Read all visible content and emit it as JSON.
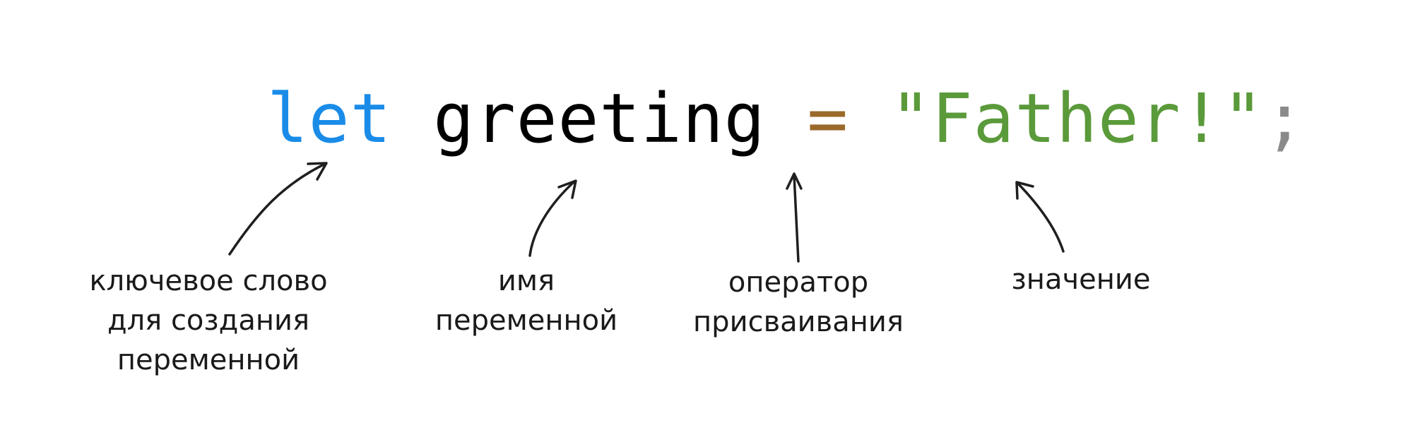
{
  "code": {
    "keyword": "let",
    "space1": " ",
    "name": "greeting",
    "space2": " ",
    "operator": "=",
    "space3": " ",
    "value": "\"Father!\"",
    "semicolon": ";"
  },
  "colors": {
    "keyword": "#1a8ce8",
    "name": "#000000",
    "operator": "#9a6a2a",
    "value": "#5a9a3a",
    "semicolon": "#8a8a8a"
  },
  "annotations": {
    "keyword": [
      "ключевое слово",
      "для создания",
      "переменной"
    ],
    "name": [
      "имя",
      "переменной"
    ],
    "operator": [
      "оператор",
      "присваивания"
    ],
    "value": [
      "значение"
    ]
  }
}
